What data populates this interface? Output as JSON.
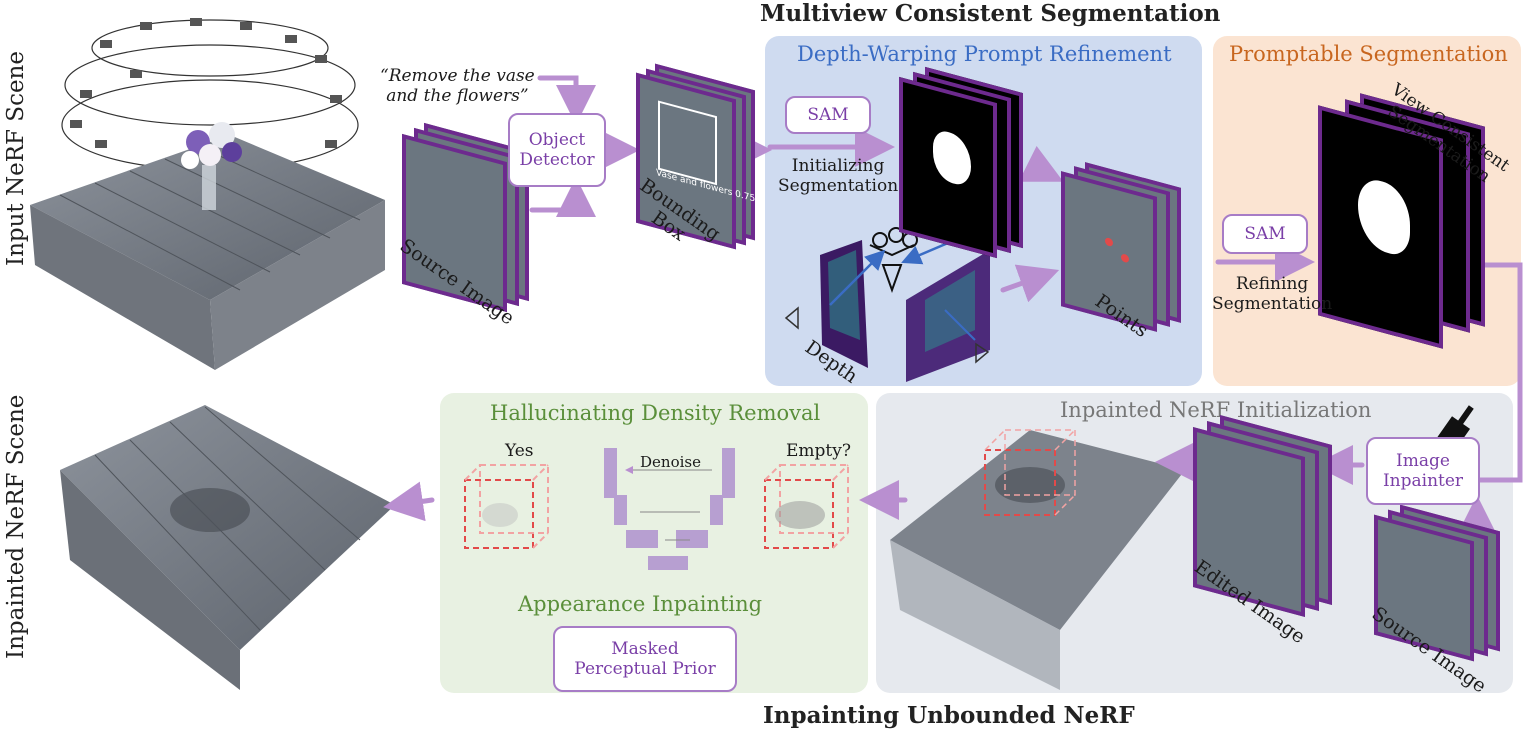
{
  "header": {
    "title": "Multiview Consistent Segmentation"
  },
  "footer": {
    "title": "Inpainting Unbounded NeRF"
  },
  "left": {
    "input_label": "Input NeRF Scene",
    "output_label": "Inpainted NeRF Scene"
  },
  "top_flow": {
    "prompt": "“Remove the vase\nand the flowers”",
    "source_image": "Source Image",
    "object_detector": "Object\nDetector",
    "bounding_box": "Bounding\nBox",
    "bbox_caption": "Vase and flowers 0.75"
  },
  "depth_panel": {
    "title": "Depth-Warping Prompt Refinement",
    "sam": "SAM",
    "init_seg": "Initializing\nSegmentation",
    "depth": "Depth",
    "points": "Points"
  },
  "prompt_panel": {
    "title": "Promptable Segmentation",
    "sam": "SAM",
    "refining": "Refining\nSegmentation",
    "view_consistent": "View Consistent\nSegmentation"
  },
  "init_panel": {
    "title": "Inpainted NeRF Initialization",
    "image_inpainter": "Image\nInpainter",
    "edited_image": "Edited Image",
    "source_image": "Source Image"
  },
  "halluc_panel": {
    "title": "Hallucinating Density Removal",
    "yes": "Yes",
    "empty": "Empty?",
    "denoise": "Denoise",
    "appearance": "Appearance Inpainting",
    "masked_prior": "Masked\nPerceptual Prior"
  },
  "colors": {
    "purple_frame": "#6d2a8e",
    "purple_text": "#7a3fa7",
    "arrow": "#b98fd0",
    "blue_panel": "#cfdbf0",
    "orange_panel": "#fbe4d2",
    "gray_panel": "#e6e9ee",
    "green_panel": "#e8f1e2",
    "blue_title": "#3a6cc4",
    "orange_title": "#c8661f",
    "green_title": "#5a8f3a",
    "gray_title": "#777777"
  }
}
